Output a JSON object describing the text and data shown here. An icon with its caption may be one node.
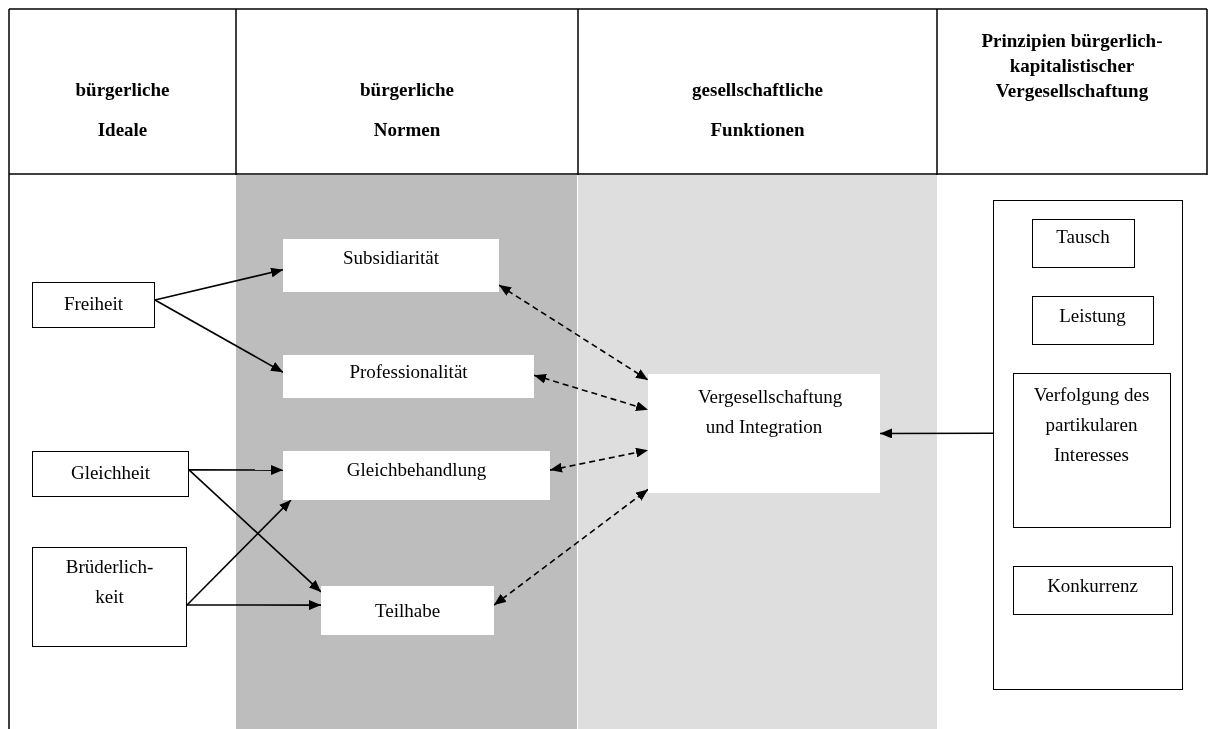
{
  "diagram": {
    "nodes": [
      {
        "text": [
          "Freiheit"
        ]
      },
      {
        "text": [
          "Gleichheit"
        ]
      },
      {
        "text": [
          "Brüderlich- keit"
        ]
      },
      {
        "text": [
          "Subsidiarität"
        ]
      },
      {
        "text": [
          "Professionalität"
        ]
      },
      {
        "text": [
          "Gleichbehandlung"
        ]
      },
      {
        "text": [
          "Teilhabe"
        ]
      },
      {
        "text": [
          "Vergesellschaftung und Integration"
        ]
      },
      {
        "text": [],
        "shape": "box"
      },
      {
        "text": [
          "Tausch"
        ],
        "in": 8
      },
      {
        "text": [
          "Leistung"
        ],
        "in": 8
      },
      {
        "text": [
          "Verfolgung des partikularen Interesses"
        ],
        "in": 8
      },
      {
        "text": [
          "Konkurrenz"
        ],
        "in": 8
      }
    ],
    "edges": [
      {
        "from": 0,
        "to": 3,
        "arrow": "to"
      },
      {
        "from": 0,
        "to": 4,
        "arrow": "to"
      },
      {
        "from": 1,
        "to": 5,
        "arrow": "to"
      },
      {
        "from": 1,
        "to": 6,
        "arrow": "to"
      },
      {
        "from": 2,
        "to": 5,
        "arrow": "to"
      },
      {
        "from": 2,
        "to": 6,
        "arrow": "to"
      },
      {
        "from": 3,
        "to": 7,
        "arrow": "both",
        "style": "dashed"
      },
      {
        "from": 4,
        "to": 7,
        "arrow": "both",
        "style": "dashed"
      },
      {
        "from": 5,
        "to": 7,
        "arrow": "both",
        "style": "dashed"
      },
      {
        "from": 6,
        "to": 7,
        "arrow": "both",
        "style": "dashed"
      },
      {
        "from": 8,
        "to": 7,
        "arrow": "to"
      }
    ],
    "labels": [
      "bürgerliche Ideale",
      "bürgerliche Normen",
      "gesellschaftliche Funktionen",
      "Prinzipien bürgerlich- kapitalistischer Vergesellschaftung"
    ]
  }
}
